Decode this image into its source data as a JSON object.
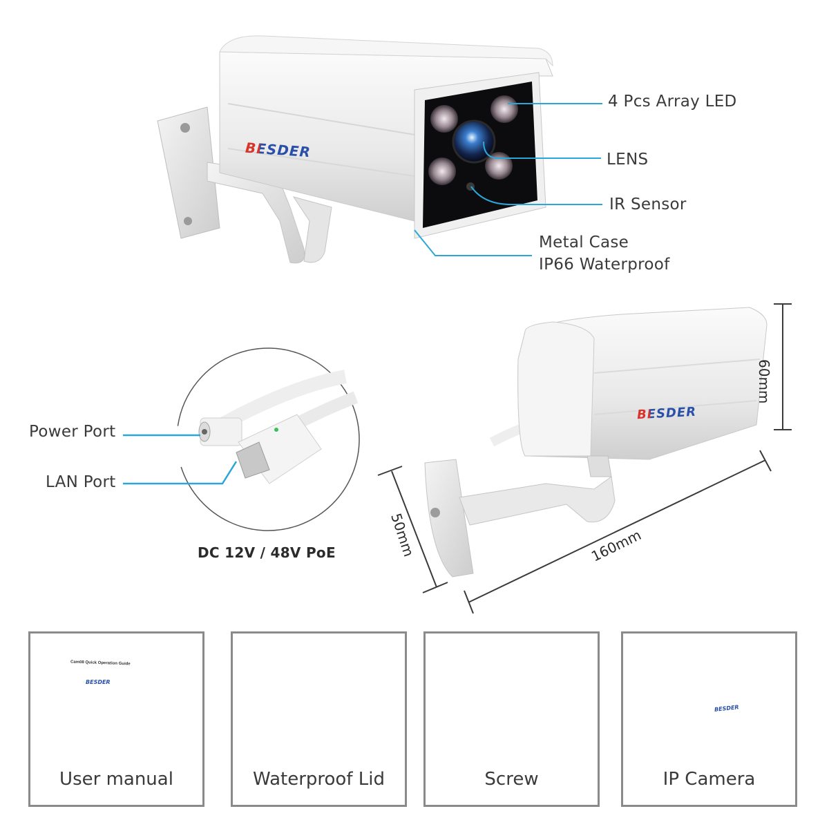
{
  "brand": {
    "logo_text": "BESDER"
  },
  "callouts": {
    "led": "4 Pcs Array LED",
    "lens": "LENS",
    "ir_sensor": "IR Sensor",
    "metal_case_line1": "Metal Case",
    "metal_case_line2": "IP66 Waterproof"
  },
  "ports": {
    "power": "Power Port",
    "lan": "LAN Port",
    "spec": "DC 12V / 48V PoE"
  },
  "dimensions": {
    "height": "60mm",
    "depth": "50mm",
    "length": "160mm"
  },
  "package_items": [
    {
      "label": "User manual"
    },
    {
      "label": "Waterproof Lid"
    },
    {
      "label": "Screw"
    },
    {
      "label": "IP Camera"
    }
  ],
  "manual": {
    "title": "Cam08 Quick Operation Guide"
  },
  "colors": {
    "accent_line": "#2aa7d8",
    "logo_red": "#d8342a",
    "logo_blue": "#2a4fa8",
    "screw_green": "#5fe05a",
    "ring_orange": "#f25a3a"
  }
}
